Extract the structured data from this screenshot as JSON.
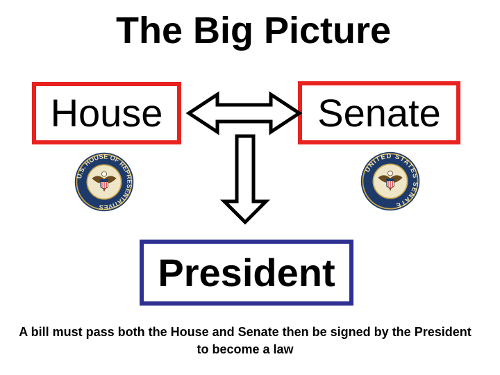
{
  "title": "The Big Picture",
  "nodes": {
    "house": {
      "label": "House",
      "border_color": "#e8231f"
    },
    "senate": {
      "label": "Senate",
      "border_color": "#e8231f"
    },
    "president": {
      "label": "President",
      "border_color": "#2e3192"
    }
  },
  "seals": {
    "house": {
      "text": "U.S. HOUSE OF REPRESENTATIVES"
    },
    "senate": {
      "text": "UNITED STATES SENATE"
    }
  },
  "edges": [
    {
      "from": "house",
      "to": "senate",
      "style": "double-headed"
    },
    {
      "from": "house-senate",
      "to": "president",
      "style": "down"
    }
  ],
  "caption": "A bill must pass both the House and Senate then be signed by the President to become a law"
}
